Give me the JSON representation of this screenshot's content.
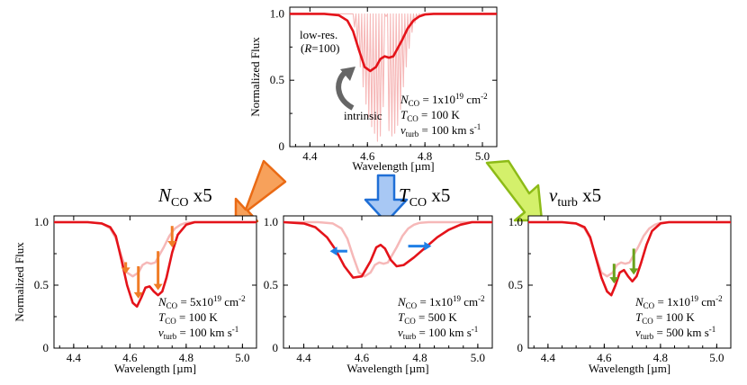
{
  "chart_data": [
    {
      "id": "top",
      "type": "line",
      "xlabel": "Wavelength [µm]",
      "ylabel": "Normalized Flux",
      "xlim": [
        4.33,
        5.05
      ],
      "ylim": [
        0,
        1.05
      ],
      "xticks": [
        "4.4",
        "4.6",
        "4.8",
        "5.0"
      ],
      "yticks": [
        "0",
        "0.5",
        "1.0"
      ],
      "params": {
        "N": "1x10",
        "Nexp": "19",
        "T": "100 K",
        "v": "100 km s",
        "vexp": "-1"
      },
      "labels": {
        "lowres": "low-res.",
        "R": "R",
        "Rval": "=100)",
        "intrinsic": "intrinsic"
      },
      "series": [
        {
          "role": "intrinsic",
          "color": "#f6b8b8",
          "x": [
            4.33,
            4.55,
            4.555,
            4.56,
            4.565,
            4.57,
            4.575,
            4.58,
            4.585,
            4.59,
            4.595,
            4.6,
            4.605,
            4.61,
            4.615,
            4.62,
            4.625,
            4.63,
            4.635,
            4.64,
            4.645,
            4.65,
            4.655,
            4.66,
            4.665,
            4.67,
            4.675,
            4.68,
            4.685,
            4.69,
            4.695,
            4.7,
            4.705,
            4.71,
            4.715,
            4.72,
            4.725,
            4.73,
            4.735,
            4.74,
            4.745,
            4.75,
            4.755,
            4.76,
            4.765,
            4.77,
            4.775,
            4.78,
            4.785,
            4.79,
            5.05
          ],
          "y": [
            1.0,
            1.0,
            0.9,
            1.0,
            0.78,
            1.0,
            0.6,
            1.0,
            0.45,
            1.0,
            0.32,
            1.0,
            0.22,
            1.0,
            0.15,
            1.0,
            0.1,
            1.0,
            0.04,
            1.0,
            0.08,
            1.0,
            0.3,
            1.0,
            0.98,
            1.0,
            0.12,
            1.0,
            0.08,
            1.0,
            0.1,
            1.0,
            0.16,
            1.0,
            0.28,
            1.0,
            0.45,
            1.0,
            0.6,
            1.0,
            0.74,
            1.0,
            0.86,
            1.0,
            0.93,
            1.0,
            0.97,
            1.0,
            0.99,
            1.0,
            1.0
          ]
        },
        {
          "role": "low-res",
          "color": "#e4131a",
          "x": [
            4.33,
            4.45,
            4.5,
            4.53,
            4.55,
            4.57,
            4.59,
            4.61,
            4.63,
            4.645,
            4.66,
            4.675,
            4.69,
            4.7,
            4.72,
            4.74,
            4.76,
            4.78,
            4.8,
            4.83,
            4.87,
            5.05
          ],
          "y": [
            1.0,
            1.0,
            0.99,
            0.95,
            0.87,
            0.73,
            0.6,
            0.57,
            0.6,
            0.66,
            0.68,
            0.67,
            0.68,
            0.72,
            0.8,
            0.89,
            0.95,
            0.98,
            0.995,
            1.0,
            1.0,
            1.0
          ]
        }
      ]
    },
    {
      "id": "n-co",
      "type": "line",
      "xlabel": "Wavelength [µm]",
      "ylabel": "Normalized Flux",
      "xlim": [
        4.33,
        5.05
      ],
      "ylim": [
        0,
        1.05
      ],
      "xticks": [
        "4.4",
        "4.6",
        "4.8",
        "5.0"
      ],
      "yticks": [
        "0",
        "0.5",
        "1.0"
      ],
      "title": {
        "var": "N",
        "sub": "CO",
        "mult": " x5"
      },
      "params": {
        "N": "5x10",
        "Nexp": "19",
        "T": "100 K",
        "v": "100 km s",
        "vexp": "-1"
      },
      "series": [
        {
          "role": "reference",
          "color": "#f6b8b8",
          "x": [
            4.33,
            4.45,
            4.5,
            4.53,
            4.55,
            4.57,
            4.59,
            4.61,
            4.63,
            4.645,
            4.66,
            4.675,
            4.69,
            4.7,
            4.72,
            4.74,
            4.76,
            4.78,
            4.8,
            4.83,
            4.87,
            5.05
          ],
          "y": [
            1.0,
            1.0,
            0.99,
            0.95,
            0.87,
            0.73,
            0.6,
            0.57,
            0.6,
            0.66,
            0.68,
            0.67,
            0.68,
            0.72,
            0.8,
            0.89,
            0.95,
            0.98,
            0.995,
            1.0,
            1.0,
            1.0
          ]
        },
        {
          "role": "modified",
          "color": "#e4131a",
          "x": [
            4.33,
            4.45,
            4.5,
            4.53,
            4.55,
            4.57,
            4.59,
            4.61,
            4.625,
            4.64,
            4.655,
            4.67,
            4.685,
            4.7,
            4.715,
            4.73,
            4.75,
            4.77,
            4.8,
            4.83,
            4.87,
            5.05
          ],
          "y": [
            1.0,
            1.0,
            0.99,
            0.96,
            0.89,
            0.7,
            0.5,
            0.36,
            0.33,
            0.4,
            0.48,
            0.49,
            0.45,
            0.42,
            0.45,
            0.56,
            0.76,
            0.9,
            0.98,
            1.0,
            1.0,
            1.0
          ]
        }
      ],
      "arrows": {
        "color": "#f07c26",
        "direction": "down",
        "x": [
          4.585,
          4.63,
          4.7,
          4.75
        ]
      }
    },
    {
      "id": "t-co",
      "type": "line",
      "xlabel": "Wavelength [µm]",
      "ylabel": "",
      "xlim": [
        4.33,
        5.05
      ],
      "ylim": [
        0,
        1.05
      ],
      "xticks": [
        "4.4",
        "4.6",
        "4.8",
        "5.0"
      ],
      "yticks": [
        "0",
        "0.5",
        "1.0"
      ],
      "title": {
        "var": "T",
        "sub": "CO",
        "mult": " x5"
      },
      "params": {
        "N": "1x10",
        "Nexp": "19",
        "T": "500 K",
        "v": "100 km s",
        "vexp": "-1"
      },
      "series": [
        {
          "role": "reference",
          "color": "#f6b8b8",
          "x": [
            4.33,
            4.45,
            4.5,
            4.53,
            4.55,
            4.57,
            4.59,
            4.61,
            4.63,
            4.645,
            4.66,
            4.675,
            4.69,
            4.7,
            4.72,
            4.74,
            4.76,
            4.78,
            4.8,
            4.83,
            4.87,
            5.05
          ],
          "y": [
            1.0,
            1.0,
            0.99,
            0.95,
            0.87,
            0.73,
            0.6,
            0.57,
            0.6,
            0.66,
            0.68,
            0.67,
            0.68,
            0.72,
            0.8,
            0.89,
            0.95,
            0.98,
            0.995,
            1.0,
            1.0,
            1.0
          ]
        },
        {
          "role": "modified",
          "color": "#e4131a",
          "x": [
            4.33,
            4.4,
            4.44,
            4.48,
            4.51,
            4.54,
            4.57,
            4.6,
            4.63,
            4.65,
            4.665,
            4.68,
            4.7,
            4.72,
            4.745,
            4.78,
            4.82,
            4.86,
            4.9,
            4.94,
            4.98,
            5.05
          ],
          "y": [
            1.0,
            0.99,
            0.96,
            0.88,
            0.78,
            0.65,
            0.56,
            0.57,
            0.69,
            0.8,
            0.82,
            0.79,
            0.7,
            0.65,
            0.66,
            0.72,
            0.8,
            0.88,
            0.94,
            0.98,
            1.0,
            1.0
          ]
        }
      ],
      "arrows": {
        "color": "#1f7fe6",
        "direction": "horizontal",
        "left": {
          "x1": 4.55,
          "x2": 4.49,
          "y": 0.77
        },
        "right": {
          "x1": 4.76,
          "x2": 4.84,
          "y": 0.81
        }
      }
    },
    {
      "id": "v-turb",
      "type": "line",
      "xlabel": "Wavelength [µm]",
      "ylabel": "",
      "xlim": [
        4.33,
        5.05
      ],
      "ylim": [
        0,
        1.05
      ],
      "xticks": [
        "4.4",
        "4.6",
        "4.8",
        "5.0"
      ],
      "yticks": [
        "0",
        "0.5",
        "1.0"
      ],
      "title": {
        "var": "v",
        "sub": "turb",
        "mult": " x5"
      },
      "params": {
        "N": "1x10",
        "Nexp": "19",
        "T": "100 K",
        "v": "500 km s",
        "vexp": "-1"
      },
      "series": [
        {
          "role": "reference",
          "color": "#f6b8b8",
          "x": [
            4.33,
            4.45,
            4.5,
            4.53,
            4.55,
            4.57,
            4.59,
            4.61,
            4.63,
            4.645,
            4.66,
            4.675,
            4.69,
            4.7,
            4.72,
            4.74,
            4.76,
            4.78,
            4.8,
            4.83,
            4.87,
            5.05
          ],
          "y": [
            1.0,
            1.0,
            0.99,
            0.95,
            0.87,
            0.73,
            0.6,
            0.57,
            0.6,
            0.66,
            0.68,
            0.67,
            0.68,
            0.72,
            0.8,
            0.89,
            0.95,
            0.98,
            0.995,
            1.0,
            1.0,
            1.0
          ]
        },
        {
          "role": "modified",
          "color": "#e4131a",
          "x": [
            4.33,
            4.45,
            4.5,
            4.53,
            4.55,
            4.57,
            4.59,
            4.61,
            4.625,
            4.64,
            4.655,
            4.67,
            4.685,
            4.7,
            4.715,
            4.73,
            4.75,
            4.77,
            4.8,
            4.83,
            4.87,
            5.05
          ],
          "y": [
            1.0,
            1.0,
            0.99,
            0.96,
            0.88,
            0.72,
            0.56,
            0.45,
            0.42,
            0.5,
            0.6,
            0.62,
            0.57,
            0.53,
            0.57,
            0.67,
            0.82,
            0.93,
            0.99,
            1.0,
            1.0,
            1.0
          ]
        }
      ],
      "arrows": {
        "color": "#6aa21c",
        "direction": "down",
        "x": [
          4.635,
          4.705
        ]
      }
    }
  ],
  "big_arrows": [
    {
      "id": "arrow-n-co",
      "fill": "#f7a15b",
      "stroke": "#ea6a14"
    },
    {
      "id": "arrow-t-co",
      "fill": "#a8c8f4",
      "stroke": "#1f6fd6"
    },
    {
      "id": "arrow-v-turb",
      "fill": "#d4f06b",
      "stroke": "#8dbb17"
    }
  ]
}
